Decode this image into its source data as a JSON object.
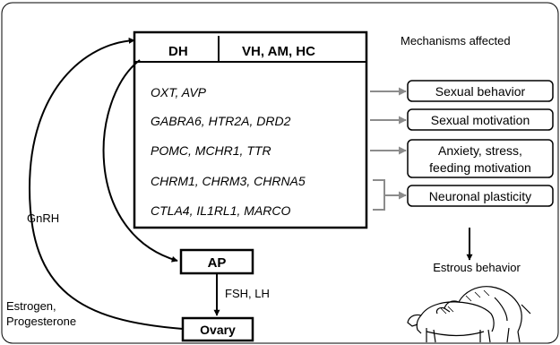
{
  "header": {
    "col_left": "DH",
    "col_right": "VH, AM, HC"
  },
  "mechanisms_title": "Mechanisms affected",
  "genes": [
    "OXT, AVP",
    "GABRA6, HTR2A, DRD2",
    "POMC, MCHR1, TTR",
    "CHRM1, CHRM3, CHRNA5",
    "CTLA4, IL1RL1, MARCO"
  ],
  "mechanisms": {
    "sexual_behavior": "Sexual behavior",
    "sexual_motivation": "Sexual motivation",
    "anxiety_line1": "Anxiety, stress,",
    "anxiety_line2": "feeding motivation",
    "neuronal_plasticity": "Neuronal plasticity"
  },
  "nodes": {
    "ap": "AP",
    "ovary": "Ovary"
  },
  "edge_labels": {
    "gnrh": "GnRH",
    "fsh_lh": "FSH, LH",
    "steroids_line1": "Estrogen,",
    "steroids_line2": "Progesterone",
    "estrous": "Estrous behavior"
  },
  "colors": {
    "line": "#000000",
    "arrow_gray": "#8c8c8c",
    "background": "#ffffff"
  },
  "icons": {
    "estrous_illustration": "mounting-cattle-illustration"
  }
}
